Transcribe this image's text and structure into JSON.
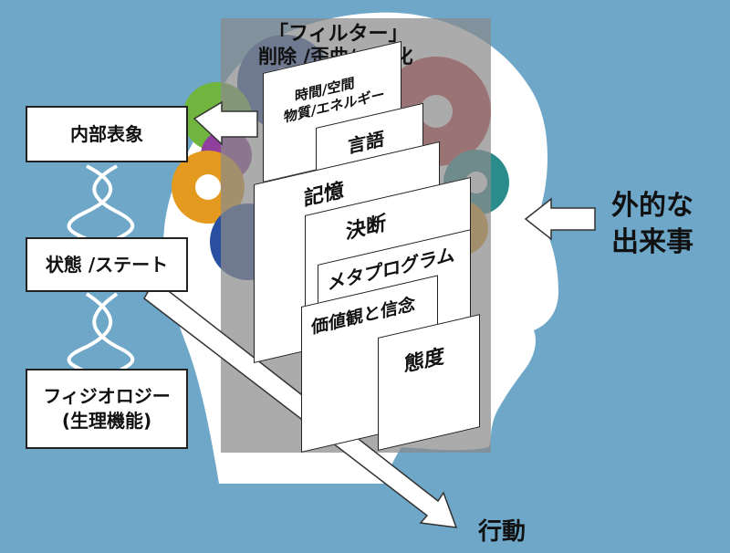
{
  "filter": {
    "title": "「フィルター」",
    "subtitle": "削除 /歪曲/一般化"
  },
  "left_boxes": {
    "internal_representation": "内部表象",
    "state": "状態 /ステート",
    "physiology_line1": "フィジオロジー",
    "physiology_line2": "(生理機能)"
  },
  "cards": {
    "time_space_line1": "時間/空間",
    "time_space_line2": "物質/エネルギー",
    "language": "言語",
    "memory": "記憶",
    "decision": "決断",
    "metaprogram": "メタプログラム",
    "values_beliefs": "価値観と信念",
    "attitude": "態度"
  },
  "external_events": {
    "line1": "外的な",
    "line2": "出来事"
  },
  "behavior": "行動",
  "colors": {
    "background": "#6ea7c8",
    "head": "#ffffff",
    "filter_panel": "#8a8a8a",
    "gear_blue": "#2a4fa0",
    "gear_red": "#c23a3a",
    "gear_orange": "#e49a1f",
    "gear_green": "#6fb53e",
    "gear_purple": "#8f3f9c",
    "gear_teal": "#2b8c8c"
  }
}
